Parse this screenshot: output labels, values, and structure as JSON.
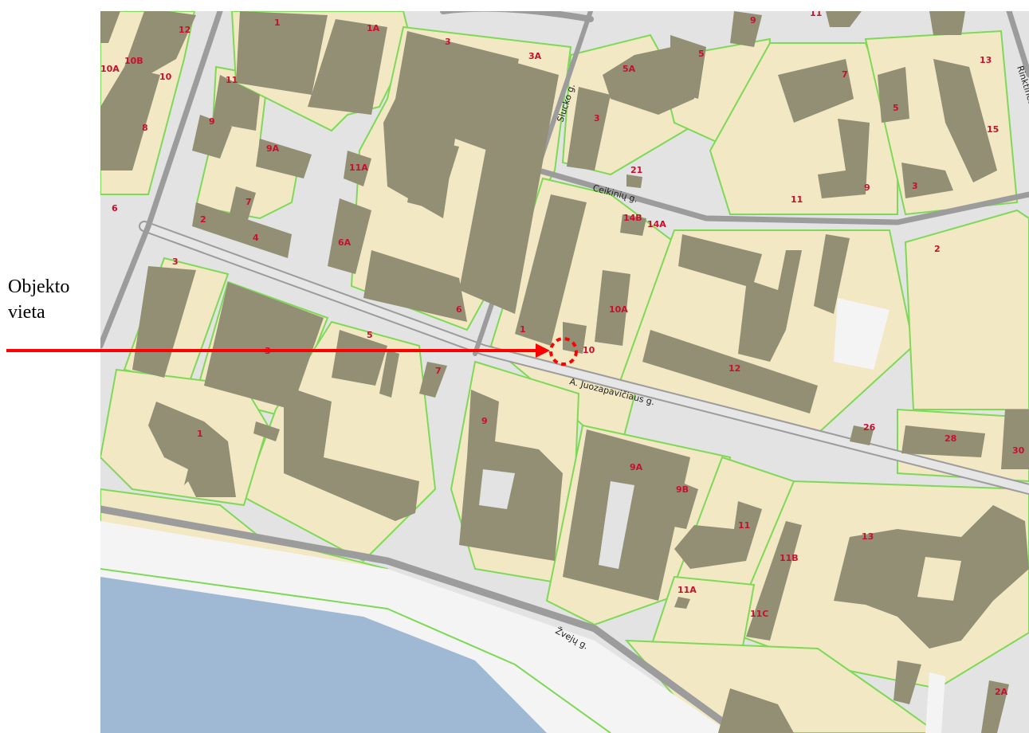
{
  "caption": {
    "line1": "Objekto",
    "line2": "vieta"
  },
  "colors": {
    "parcel": "#f2e8c4",
    "parcel_border": "#7ed957",
    "building": "#928f75",
    "ground": "#e3e3e3",
    "road": "#9c9c9c",
    "water": "#9fb9d4",
    "embankment": "#f4f4f4",
    "marker": "#ff0000",
    "house_number": "#c8102e"
  },
  "streets": {
    "juozapaviciaus": "A. Juozapavičiaus g.",
    "ceikiniu": "Ceikinių g.",
    "slucko": "Slucko g.",
    "zveju": "Žvejų g.",
    "rinktines": "Rinktinės g."
  },
  "house_numbers": {
    "n1": "1",
    "n1a": "1A",
    "n3": "3",
    "n3a": "3A",
    "n12": "12",
    "n10a": "10A",
    "n10b": "10B",
    "n10": "10",
    "n11": "11",
    "n9": "9",
    "n8": "8",
    "n9a": "9A",
    "n11a": "11A",
    "n7": "7",
    "n6": "6",
    "n2": "2",
    "n4": "4",
    "n6a": "6A",
    "n6b": "6",
    "n5a": "5A",
    "n5": "5",
    "n3b": "3",
    "n21": "21",
    "n14b": "14B",
    "n14a": "14A",
    "n9t": "9",
    "n11t": "11",
    "n7r": "7",
    "n13r": "13",
    "n5r": "5",
    "n15r": "15",
    "n3r": "3",
    "n9r": "9",
    "n11r": "11",
    "n2r": "2",
    "n10ac": "10A",
    "n1c": "1",
    "n10c": "10",
    "n12c": "12",
    "n3l": "3",
    "n3m": "3",
    "n5m": "5",
    "n7m": "7",
    "n1l": "1",
    "n9m": "9",
    "n9am": "9A",
    "n9bm": "9B",
    "n11m": "11",
    "n11am": "11A",
    "n11bm": "11B",
    "n11cm": "11C",
    "n13m": "13",
    "n26": "26",
    "n28": "28",
    "n30": "30",
    "n2a": "2A"
  }
}
